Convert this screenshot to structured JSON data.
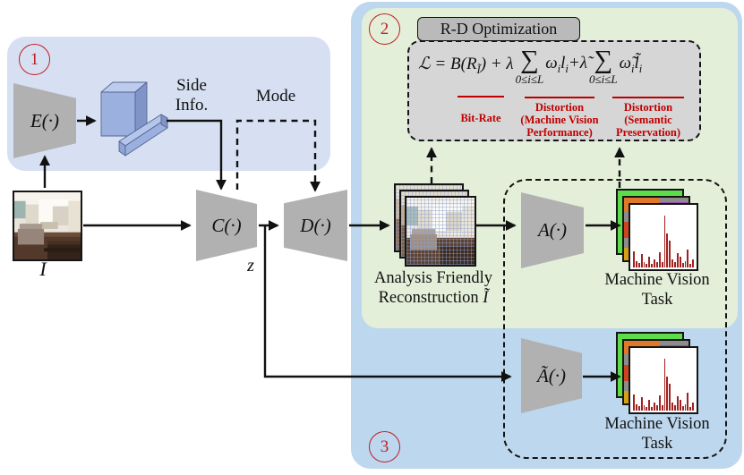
{
  "badges": {
    "s1": "1",
    "s2": "2",
    "s3": "3"
  },
  "blocks": {
    "encoder": "E(·)",
    "compressor": "C(·)",
    "decompressor": "D(·)",
    "analyzer": "A(·)",
    "analyzer_tilde": "Ã(·)"
  },
  "labels": {
    "side_info_1": "Side",
    "side_info_2": "Info.",
    "mode": "Mode",
    "input": "I",
    "latent": "z",
    "recon_1": "Analysis Friendly",
    "recon_2": "Reconstruction",
    "recon_sym": "Ĩ",
    "task_top_1": "Machine Vision",
    "task_top_2": "Task",
    "task_bottom_1": "Machine Vision",
    "task_bottom_2": "Task"
  },
  "rd": {
    "header": "R-D Optimization",
    "f": {
      "p1": "ℒ = B(R",
      "p1sub": "Ĩ",
      "p2": ") + λ",
      "sum1": "∑",
      "limit1": "0≤i≤L",
      "t1a": "ω",
      "t1as": "i",
      "t1b": "l",
      "t1bs": "i",
      "plus": "+",
      "lt": "λ̃",
      "sum2": "∑",
      "limit2": "0≤i≤L",
      "t2a": "ω̃",
      "t2as": "i",
      "t2b": "l̃",
      "t2bs": "i"
    },
    "ann": {
      "bit_rate": "Bit-Rate",
      "d1": [
        "Distortion",
        "(Machine Vision",
        "Performance)"
      ],
      "d2": [
        "Distortion",
        "(Semantic",
        "Preservation)"
      ]
    }
  },
  "colors": {
    "stage1_bg": "#d7e0f2",
    "stage23_bg": "#bdd7ee",
    "stage2_bg": "#e3efd8",
    "block_gray": "#b1b1b1",
    "formula_box_gray": "#d6d6d6",
    "header_gray": "#bababa",
    "annotation_red": "#c00000",
    "badge_red": "#bf2026",
    "histogram_red": "#a32020",
    "task_green": "#5edd4b",
    "tensor_blue_front": "#9cb0df",
    "tensor_blue_top": "#bccbee",
    "tensor_blue_side": "#8194c8"
  },
  "histogram_bars": [
    0.3,
    0.12,
    0.08,
    0.25,
    0.1,
    0.06,
    0.2,
    0.07,
    0.14,
    0.1,
    0.28,
    0.1,
    0.95,
    0.62,
    0.5,
    0.15,
    0.1,
    0.26,
    0.2,
    0.08,
    0.12,
    0.32,
    0.06,
    0.14
  ]
}
